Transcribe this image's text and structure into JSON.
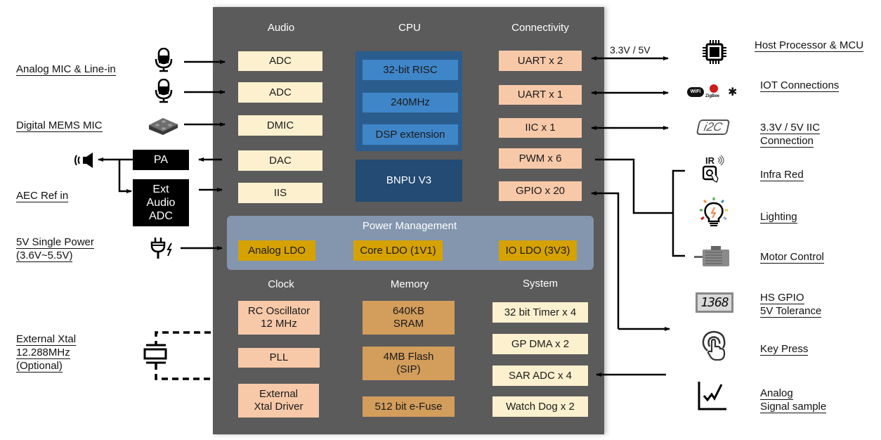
{
  "chip": {
    "audio": {
      "title": "Audio",
      "blocks": [
        "ADC",
        "ADC",
        "DMIC",
        "DAC",
        "IIS"
      ]
    },
    "cpu": {
      "title": "CPU",
      "core_blocks": [
        "32-bit RISC",
        "240MHz",
        "DSP extension"
      ],
      "npu": "BNPU V3"
    },
    "connectivity": {
      "title": "Connectivity",
      "blocks": [
        "UART x 2",
        "UART x 1",
        "IIC x 1",
        "PWM x 6",
        "GPIO x 20"
      ]
    },
    "power": {
      "title": "Power Management",
      "blocks": [
        "Analog LDO",
        "Core LDO (1V1)",
        "IO LDO (3V3)"
      ]
    },
    "clock": {
      "title": "Clock",
      "blocks": [
        "RC Oscillator\n12 MHz",
        "PLL",
        "External\nXtal Driver"
      ]
    },
    "memory": {
      "title": "Memory",
      "blocks": [
        "640KB\nSRAM",
        "4MB Flash\n(SIP)",
        "512 bit e-Fuse"
      ]
    },
    "system": {
      "title": "System",
      "blocks": [
        "32 bit Timer x 4",
        "GP DMA x 2",
        "SAR ADC x 4",
        "Watch Dog x 2"
      ]
    }
  },
  "left": {
    "labels": {
      "analog_mic": "Analog MIC & Line-in",
      "digital_mic": "Digital MEMS MIC",
      "aec": "AEC Ref in",
      "power_line1": "5V Single Power",
      "power_line2": "(3.6V~5.5V)",
      "xtal_line1": "External Xtal",
      "xtal_line2": "12.288MHz",
      "xtal_line3": "(Optional)"
    },
    "pa": "PA",
    "ext_adc": "Ext\nAudio\nADC",
    "icons": [
      "microphone-icon",
      "microphone-icon",
      "mems-mic-icon",
      "speaker-icon",
      "power-plug-icon",
      "crystal-icon"
    ]
  },
  "right": {
    "voltage_label": "3.3V / 5V",
    "labels": {
      "host": "Host Processor & MCU",
      "iot": "IOT Connections",
      "iic_line1": "3.3V / 5V IIC",
      "iic_line2": "Connection",
      "ir": "Infra Red",
      "lighting": "Lighting",
      "motor": "Motor Control",
      "hsgpio_line1": "HS GPIO",
      "hsgpio_line2": "5V Tolerance",
      "keypress": "Key Press",
      "analog_line1": "Analog",
      "analog_line2": "Signal sample"
    },
    "iot_icon_text": {
      "wifi": "WiFi",
      "zigbee": "ZigBee"
    },
    "i2c_icon_text": "i2C",
    "ir_icon_text": "IR",
    "display_icon_text": "1368"
  },
  "colors": {
    "chip_bg": "#5b5b5b",
    "audio_block": "#fdf0cf",
    "conn_block": "#f7c9a9",
    "cpu_outer": "#2a5d8e",
    "cpu_inner": "#3f86c9",
    "npu": "#234b73",
    "power_panel": "#8396ae",
    "ldo": "#d6a200",
    "memory_block": "#d39d5c"
  }
}
